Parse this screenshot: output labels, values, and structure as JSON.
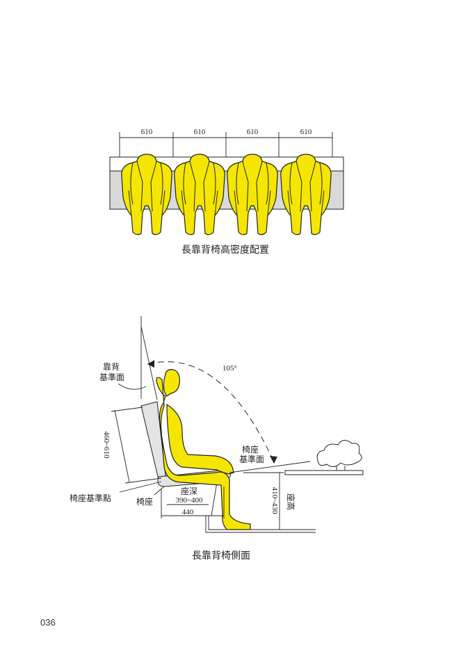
{
  "top_diagram": {
    "dimensions": [
      "610",
      "610",
      "610",
      "610"
    ],
    "caption": "長靠背椅高密度配置"
  },
  "side_diagram": {
    "angle": "105°",
    "backrest_ref": "靠背\n基準面",
    "backrest_ref_line1": "靠背",
    "backrest_ref_line2": "基準面",
    "seat_ref_line1": "椅座",
    "seat_ref_line2": "基準面",
    "back_height": "460~610",
    "seat_ref_point": "椅座基準點",
    "seat": "椅座",
    "seat_depth": "座深",
    "seat_depth_range": "390~400",
    "seat_depth_total": "440",
    "seat_height_range": "410~430",
    "seat_height": "座高",
    "caption": "長靠背椅側面"
  },
  "page_number": "036",
  "colors": {
    "figure": "#f4e600",
    "bench": "#d9d9d9"
  }
}
